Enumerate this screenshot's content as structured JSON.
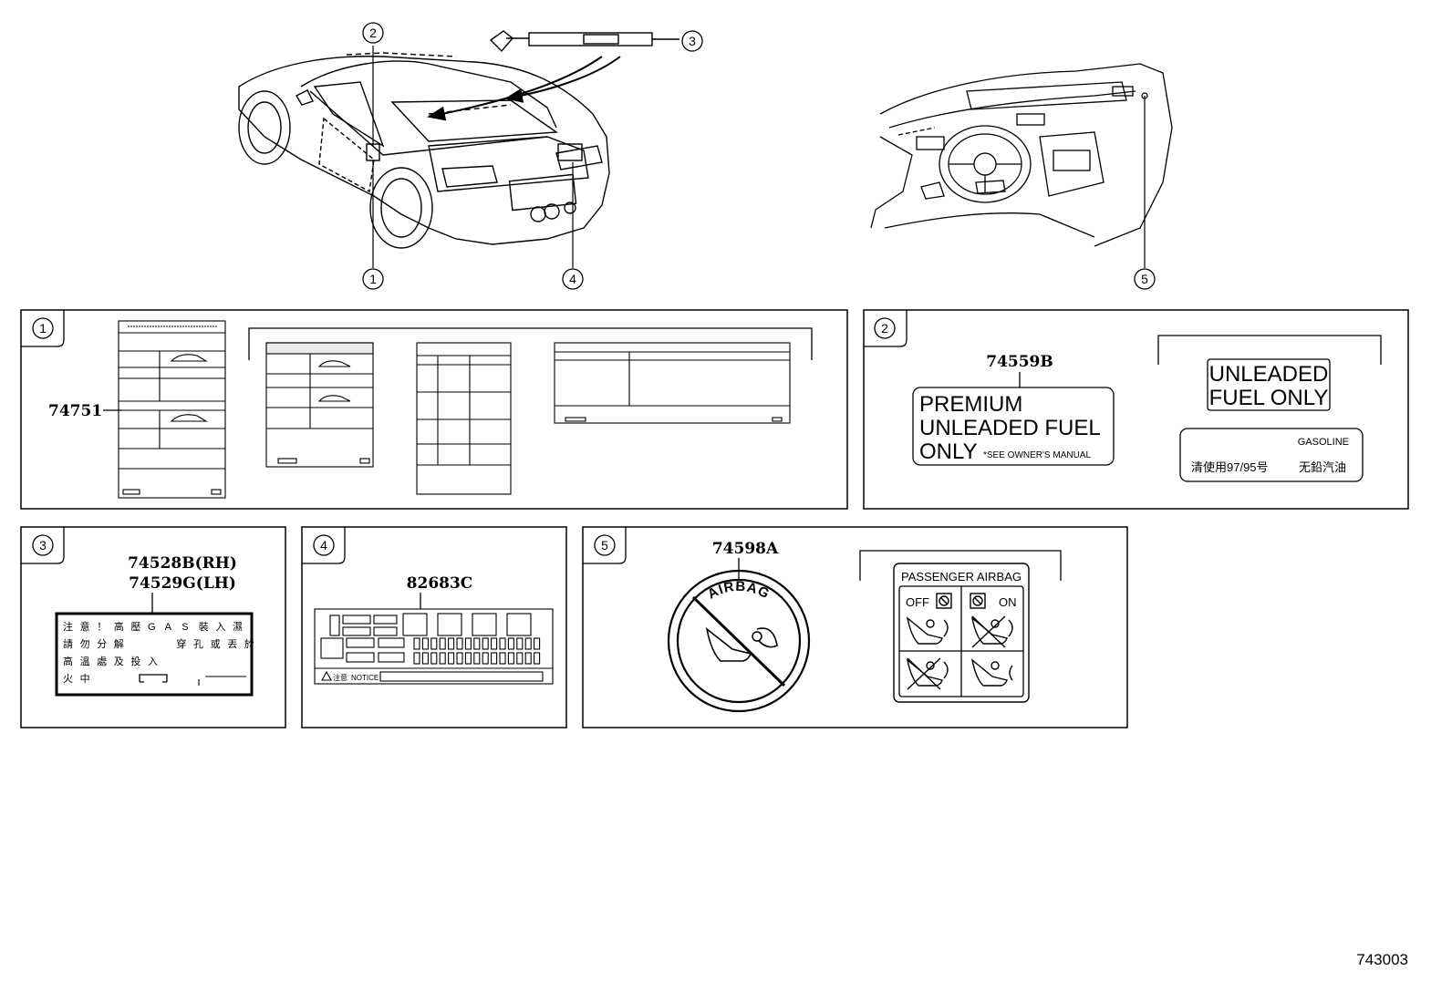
{
  "figure_id": "743003",
  "callouts": [
    "1",
    "2",
    "3",
    "4",
    "5"
  ],
  "panel1": {
    "part": "74751"
  },
  "panel2": {
    "part": "74559B",
    "label_a": [
      "PREMIUM",
      "UNLEADED FUEL",
      "ONLY"
    ],
    "label_a_note": "*SEE OWNER'S MANUAL",
    "label_b": [
      "UNLEADED",
      "FUEL ONLY"
    ],
    "label_c_header": "GASOLINE",
    "label_c_left": "清使用97/95号",
    "label_c_right": "无鉛汽油"
  },
  "panel3": {
    "part_rh": "74528B(RH)",
    "part_lh": "74529G(LH)",
    "row1": [
      "注",
      "意",
      "！",
      "高",
      "壓",
      "G",
      "A",
      "S",
      "裝",
      "入",
      "濕"
    ],
    "row2": [
      "請",
      "勿",
      "分",
      "解",
      "穿",
      "孔",
      "或",
      "丟",
      "於"
    ],
    "row3": [
      "高",
      "溫",
      "處",
      "及",
      "投",
      "入"
    ],
    "row4": [
      "火",
      "中"
    ]
  },
  "panel4": {
    "part": "82683C",
    "notice_jp": "注意",
    "notice_en": "NOTICE"
  },
  "panel5": {
    "part": "74598A",
    "seal_text": "AIRBAG",
    "pax_title": "PASSENGER AIRBAG",
    "pax_off": "OFF",
    "pax_on": "ON"
  }
}
